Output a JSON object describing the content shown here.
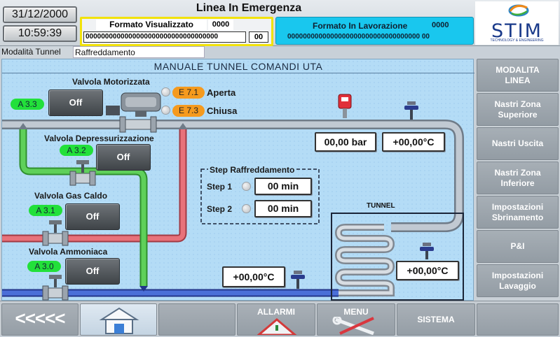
{
  "header": {
    "date": "31/12/2000",
    "time": "10:59:39",
    "title": "Linea In Emergenza",
    "formato_visualizzato": {
      "label": "Formato Visualizzato",
      "code": "0000",
      "value": "0000000000000000000000000000000000",
      "suffix": "00"
    },
    "formato_lavorazione": {
      "label": "Formato In Lavorazione",
      "code": "0000",
      "value": "0000000000000000000000000000000000 00"
    },
    "logo": {
      "name": "STIM",
      "tagline": "TECHNOLOGY & ENGINEERING"
    }
  },
  "mode": {
    "label": "Modalità Tunnel",
    "value": "Raffreddamento"
  },
  "main": {
    "title": "MANUALE TUNNEL COMANDI UTA",
    "valves": {
      "motorizzata": {
        "label": "Valvola Motorizzata",
        "tag": "A 3.3",
        "button": "Off",
        "aperta": {
          "tag": "E 7.1",
          "label": "Aperta"
        },
        "chiusa": {
          "tag": "E 7.3",
          "label": "Chiusa"
        }
      },
      "depressurizzazione": {
        "label": "Valvola Depressurizzazione",
        "tag": "A 3.2",
        "button": "Off"
      },
      "gas_caldo": {
        "label": "Valvola Gas Caldo",
        "tag": "A 3.1",
        "button": "Off"
      },
      "ammoniaca": {
        "label": "Valvola Ammoniaca",
        "tag": "A 3.0",
        "button": "Off"
      }
    },
    "readings": {
      "pressure": "00,00 bar",
      "temp_top": "+00,00°C",
      "temp_tunnel": "+00,00°C",
      "temp_bottom": "+00,00°C"
    },
    "steps": {
      "title": "Step Raffreddamento",
      "step1": {
        "label": "Step 1",
        "value": "00 min"
      },
      "step2": {
        "label": "Step 2",
        "value": "00 min"
      }
    },
    "tunnel_label": "TUNNEL"
  },
  "side_nav": [
    {
      "label": "MODALITA LINEA"
    },
    {
      "label": "Nastri Zona Superiore"
    },
    {
      "label": "Nastri Uscita"
    },
    {
      "label": "Nastri Zona Inferiore"
    },
    {
      "label": "Impostazioni Sbrinamento"
    },
    {
      "label": "P&I"
    },
    {
      "label": "Impostazioni Lavaggio"
    }
  ],
  "footer": {
    "back": "<<<<<",
    "allarmi": "ALLARMI",
    "menu": "MENU",
    "sistema": "SISTEMA"
  },
  "colors": {
    "pipe_red": "#e8727a",
    "pipe_green": "#5fd05a",
    "pipe_blue": "#4a6fd8",
    "pipe_gray": "#a9b2bd",
    "accent_yellow": "#f2e20a",
    "accent_cyan": "#19c7ee",
    "status_green": "#22e03a",
    "status_orange": "#f59a1e"
  }
}
